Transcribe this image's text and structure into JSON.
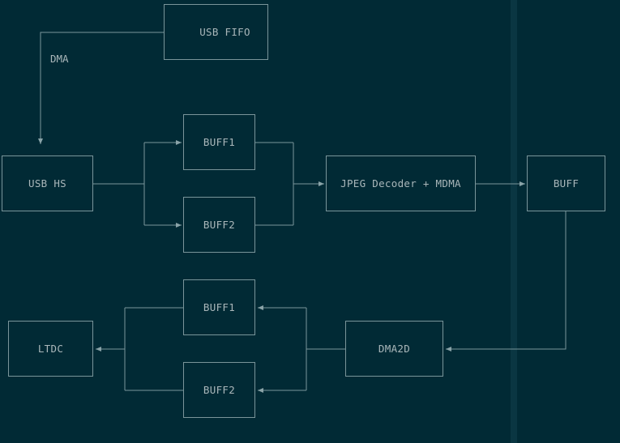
{
  "nodes": {
    "usb_fifo": "USB FIFO",
    "usb_hs": "USB HS",
    "buff1_top": "BUFF1",
    "buff2_top": "BUFF2",
    "jpeg_decoder": "JPEG Decoder + MDMA",
    "buff_right": "BUFF",
    "dma2d": "DMA2D",
    "buff1_bottom": "BUFF1",
    "buff2_bottom": "BUFF2",
    "ltdc": "LTDC"
  },
  "edges": {
    "dma_label": "DMA"
  },
  "colors": {
    "background": "#012a35",
    "line": "#7a959a",
    "text": "#aab7ba"
  }
}
